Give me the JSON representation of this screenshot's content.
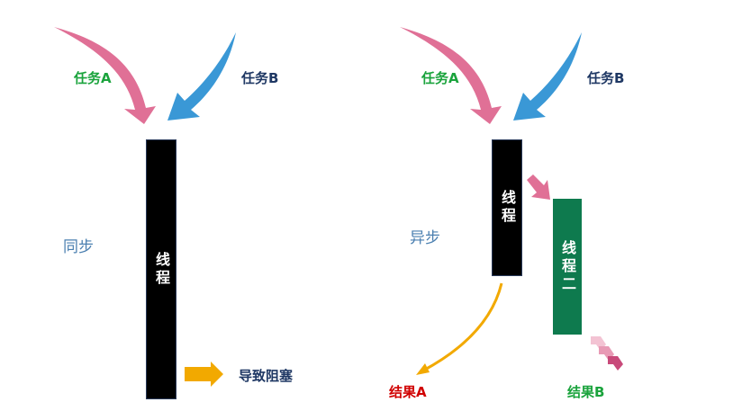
{
  "left": {
    "mode": "同步",
    "task_a": "任务A",
    "task_b": "任务B",
    "thread": "线程",
    "result": "导致阻塞"
  },
  "right": {
    "mode": "异步",
    "task_a": "任务A",
    "task_b": "任务B",
    "thread_1": "线程",
    "thread_2": "线程二",
    "result_a": "结果A",
    "result_b": "结果B"
  },
  "colors": {
    "task_a": "#1aa33c",
    "task_b": "#1f3864",
    "pink_arrow": "#e07096",
    "blue_arrow": "#3a98d6",
    "thread_black": "#000000",
    "thread_green": "#0e7a4e",
    "orange": "#f2a900",
    "result_a": "#d00000",
    "mode": "#4a7fb0"
  }
}
